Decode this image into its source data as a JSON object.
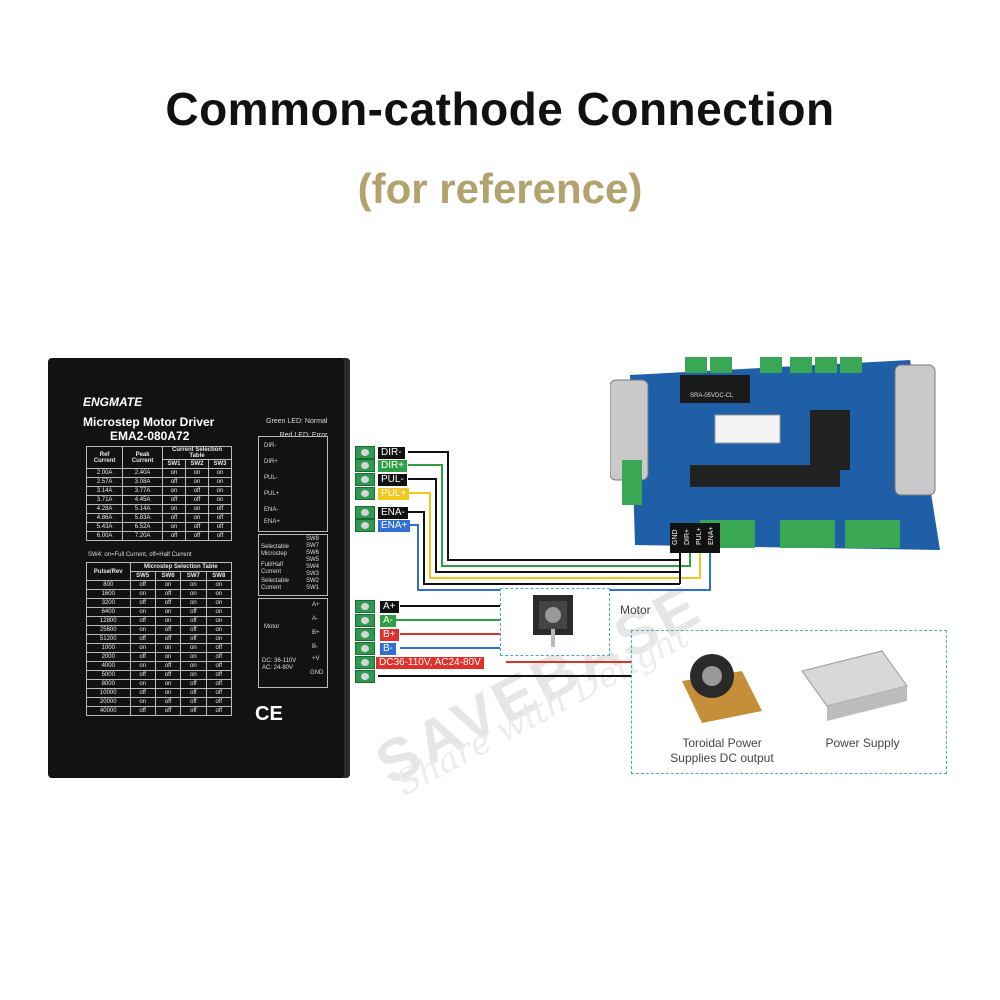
{
  "title": "Common-cathode Connection",
  "subtitle": "(for reference)",
  "driver": {
    "brand": "ENGMATE",
    "model_line1": "Microstep Motor Driver",
    "model_line2": "EMA2-080A72",
    "led_green": "Green LED: Normal",
    "led_red": "Red LED:   Error",
    "current_table": {
      "headers": [
        "Ref Current",
        "Peak Current",
        "SW1",
        "SW2",
        "SW3"
      ],
      "group_header": "Current Selection Table",
      "rows": [
        [
          "2.00A",
          "2.40A",
          "on",
          "on",
          "on"
        ],
        [
          "2.57A",
          "3.08A",
          "off",
          "on",
          "on"
        ],
        [
          "3.14A",
          "3.77A",
          "on",
          "off",
          "on"
        ],
        [
          "3.71A",
          "4.45A",
          "off",
          "off",
          "on"
        ],
        [
          "4.28A",
          "5.14A",
          "on",
          "on",
          "off"
        ],
        [
          "4.86A",
          "5.83A",
          "off",
          "on",
          "off"
        ],
        [
          "5.43A",
          "6.52A",
          "on",
          "off",
          "off"
        ],
        [
          "6.00A",
          "7.20A",
          "off",
          "off",
          "off"
        ]
      ]
    },
    "sw4_note": "SW4: on=Full Current, off=Half Current",
    "microstep_table": {
      "group_header": "Microstep Selection Table",
      "headers": [
        "Pulse/Rev",
        "SW5",
        "SW6",
        "SW7",
        "SW8"
      ],
      "rows": [
        [
          "800",
          "off",
          "on",
          "on",
          "on"
        ],
        [
          "1600",
          "on",
          "off",
          "on",
          "on"
        ],
        [
          "3200",
          "off",
          "off",
          "on",
          "on"
        ],
        [
          "6400",
          "on",
          "on",
          "off",
          "on"
        ],
        [
          "12800",
          "off",
          "on",
          "off",
          "on"
        ],
        [
          "25600",
          "on",
          "off",
          "off",
          "on"
        ],
        [
          "51200",
          "off",
          "off",
          "off",
          "on"
        ],
        [
          "1000",
          "on",
          "on",
          "on",
          "off"
        ],
        [
          "2000",
          "off",
          "on",
          "on",
          "off"
        ],
        [
          "4000",
          "on",
          "off",
          "on",
          "off"
        ],
        [
          "5000",
          "off",
          "off",
          "on",
          "off"
        ],
        [
          "8000",
          "on",
          "on",
          "off",
          "off"
        ],
        [
          "10000",
          "off",
          "on",
          "off",
          "off"
        ],
        [
          "20000",
          "on",
          "off",
          "off",
          "off"
        ],
        [
          "40000",
          "off",
          "off",
          "off",
          "off"
        ]
      ]
    },
    "signal_pins": [
      "DIR-",
      "DIR+",
      "PUL-",
      "PUL+",
      "ENA-",
      "ENA+"
    ],
    "switch_labels": [
      "Selectable Microstep",
      "Full/Half Current",
      "Selectable Current"
    ],
    "switch_names": [
      "SW8",
      "SW7",
      "SW6",
      "SW5",
      "SW4",
      "SW3",
      "SW2",
      "SW1"
    ],
    "motor_label": "Motor",
    "motor_pins": [
      "A+",
      "A-",
      "B+",
      "B-"
    ],
    "power_label": "DC: 36-110V AC: 24-80V",
    "power_pins": [
      "+V",
      "GND"
    ],
    "ce_mark": "CE"
  },
  "terminal_labels": [
    {
      "text": "DIR-",
      "bg": "#111111"
    },
    {
      "text": "DIR+",
      "bg": "#2ea043"
    },
    {
      "text": "PUL-",
      "bg": "#111111"
    },
    {
      "text": "PUL+",
      "bg": "#f2c81c"
    },
    {
      "text": "ENA-",
      "bg": "#111111"
    },
    {
      "text": "ENA+",
      "bg": "#2f6fd6"
    }
  ],
  "motor_terminal_labels": [
    {
      "text": "A+",
      "bg": "#111111"
    },
    {
      "text": "A-",
      "bg": "#2ea043"
    },
    {
      "text": "B+",
      "bg": "#e0302b"
    },
    {
      "text": "B-",
      "bg": "#2f6fd6"
    },
    {
      "text": "DC36-110V, AC24-80V",
      "bg": "#e0302b"
    }
  ],
  "board_pins": [
    "GND",
    "DIR+",
    "PUL+",
    "ENA+"
  ],
  "board_chip_text": "SRA-05VDC-CL",
  "motor_caption": "Motor",
  "supplies": [
    "Toroidal Power\nSupplies DC output",
    "Power Supply"
  ],
  "watermark": [
    "SAVEBASE",
    "Share with Delight"
  ],
  "colors": {
    "green": "#2ea043",
    "yellow": "#f2c81c",
    "blue": "#2f6fd6",
    "red": "#e0302b",
    "board": "#1e5fa8",
    "dashed": "#47aac9"
  }
}
